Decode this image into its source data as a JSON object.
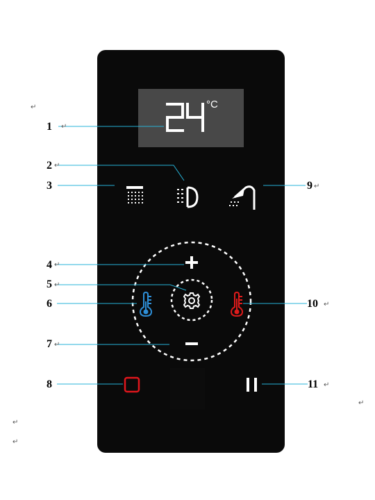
{
  "display": {
    "temperature": "24",
    "unit": "°C"
  },
  "callouts": [
    {
      "id": "1",
      "target": "temperature-display"
    },
    {
      "id": "2",
      "target": "side-spray-icon"
    },
    {
      "id": "3",
      "target": "rain-shower-icon"
    },
    {
      "id": "4",
      "target": "plus-icon"
    },
    {
      "id": "5",
      "target": "settings-icon"
    },
    {
      "id": "6",
      "target": "cold-thermometer-icon"
    },
    {
      "id": "7",
      "target": "minus-icon"
    },
    {
      "id": "8",
      "target": "stop-icon"
    },
    {
      "id": "9",
      "target": "hand-shower-icon"
    },
    {
      "id": "10",
      "target": "hot-thermometer-icon"
    },
    {
      "id": "11",
      "target": "pause-icon"
    }
  ],
  "return_mark": "↵",
  "colors": {
    "panel": "#0a0a0a",
    "lcd": "#484848",
    "leader": "#27b3d8",
    "cold": "#2e8fd8",
    "hot": "#e01b1b",
    "stop": "#e0161c"
  }
}
